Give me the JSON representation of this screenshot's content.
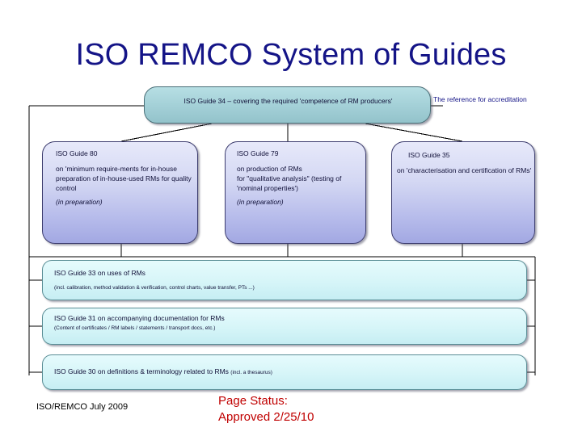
{
  "slide": {
    "title": "ISO REMCO System of Guides",
    "title_color": "#141487"
  },
  "top_box": {
    "label": "ISO Guide 34 – covering the required 'competence of RM producers'",
    "fill_color": "#a6d2d9"
  },
  "accreditation_note": {
    "text": "The reference for accreditation",
    "color": "#141487"
  },
  "guides": [
    {
      "id": "guide-80",
      "header": "ISO Guide 80",
      "body": "on 'minimum require-ments for in-house preparation of in-house-used RMs for quality control",
      "status": "(in preparation)"
    },
    {
      "id": "guide-79",
      "header": "ISO Guide 79",
      "body": "on production of RMs\nfor \"qualitative analysis\" (testing of 'nominal properties')",
      "status": "(in preparation)"
    },
    {
      "id": "guide-35",
      "header": "ISO Guide 35",
      "body": "on 'characterisation and certification of RMs'",
      "status": ""
    }
  ],
  "bars": [
    {
      "id": "guide-33",
      "title": "ISO Guide 33 on uses of RMs",
      "sub": "(incl. calibration, method validation & verification, control charts, value transfer, PTs ...)"
    },
    {
      "id": "guide-31",
      "title": "ISO Guide 31 on accompanying documentation for RMs",
      "sub": "(Content of certificates / RM labels / statements / transport docs, etc.)"
    },
    {
      "id": "guide-30",
      "title": "ISO Guide 30 on definitions & terminology related to RMs ",
      "sub": "(incl. a thesaurus)"
    }
  ],
  "footer": {
    "source": "ISO/REMCO July 2009",
    "status_label": "Page Status:",
    "status_value": "Approved 2/25/10",
    "status_color": "#c00000"
  },
  "palette": {
    "box_mid_top": "#e7e9fa",
    "box_mid_bottom": "#a2a8e2",
    "bar_fill": "#d6f5f8",
    "connector": "#000000"
  }
}
